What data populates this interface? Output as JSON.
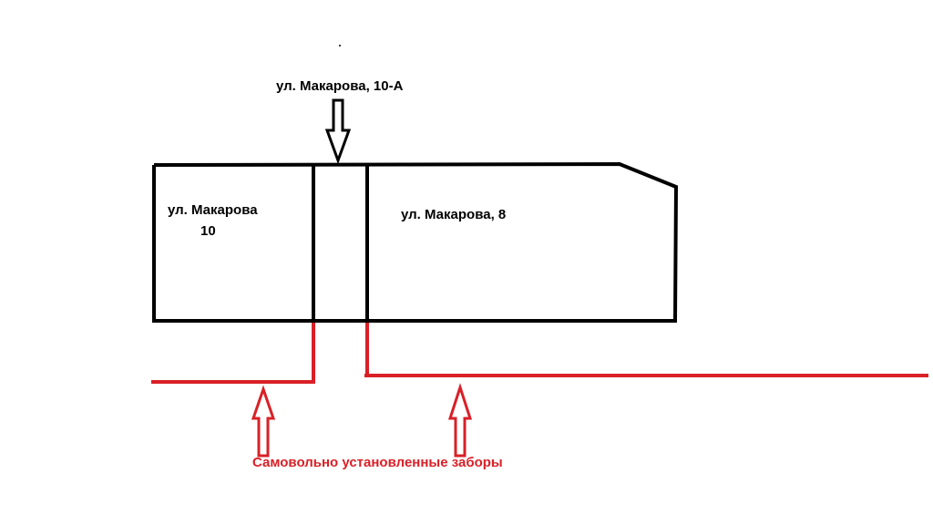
{
  "labels": {
    "building_10a": "ул. Макарова, 10-А",
    "building_10_line1": "ул. Макарова",
    "building_10_line2": "10",
    "building_8": "ул. Макарова, 8",
    "fences_note": "Самовольно установленные заборы"
  },
  "colors": {
    "outline": "#000000",
    "fence": "#d92027",
    "background": "#ffffff"
  }
}
